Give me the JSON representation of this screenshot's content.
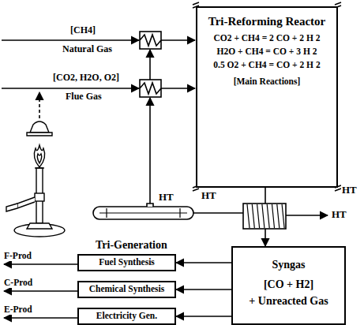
{
  "diagram": {
    "nodes": [
      {
        "text": [
          "Tri-Reforming Reactor",
          "CO2 + CH4 = 2 CO + 2 H 2",
          "H2O + CH4 = CO + 3 H 2",
          "0.5 O2 + CH4 = CO + 2 H 2",
          "[Main Reactions]"
        ]
      },
      {
        "text": [
          "Syngas",
          "[CO + H2]",
          "+ Unreacted Gas"
        ]
      },
      {
        "text": [
          "Fuel Synthesis"
        ]
      },
      {
        "text": [
          "Chemical Synthesis"
        ]
      },
      {
        "text": [
          "Electricity Gen."
        ]
      }
    ],
    "edges": [
      {
        "from": 0,
        "to": 1,
        "arrow": "to"
      },
      {
        "from": 1,
        "to": 2,
        "arrow": "to"
      },
      {
        "from": 1,
        "to": 3,
        "arrow": "to"
      },
      {
        "from": 1,
        "to": 4,
        "arrow": "to"
      }
    ],
    "labels": [
      "[CH4]",
      "Natural Gas",
      "[CO2, H2O, O2]",
      "Flue Gas",
      "HT",
      "HT",
      "HT",
      "HT",
      "Tri-Generation",
      "F-Prod",
      "C-Prod",
      "E-Prod"
    ]
  }
}
